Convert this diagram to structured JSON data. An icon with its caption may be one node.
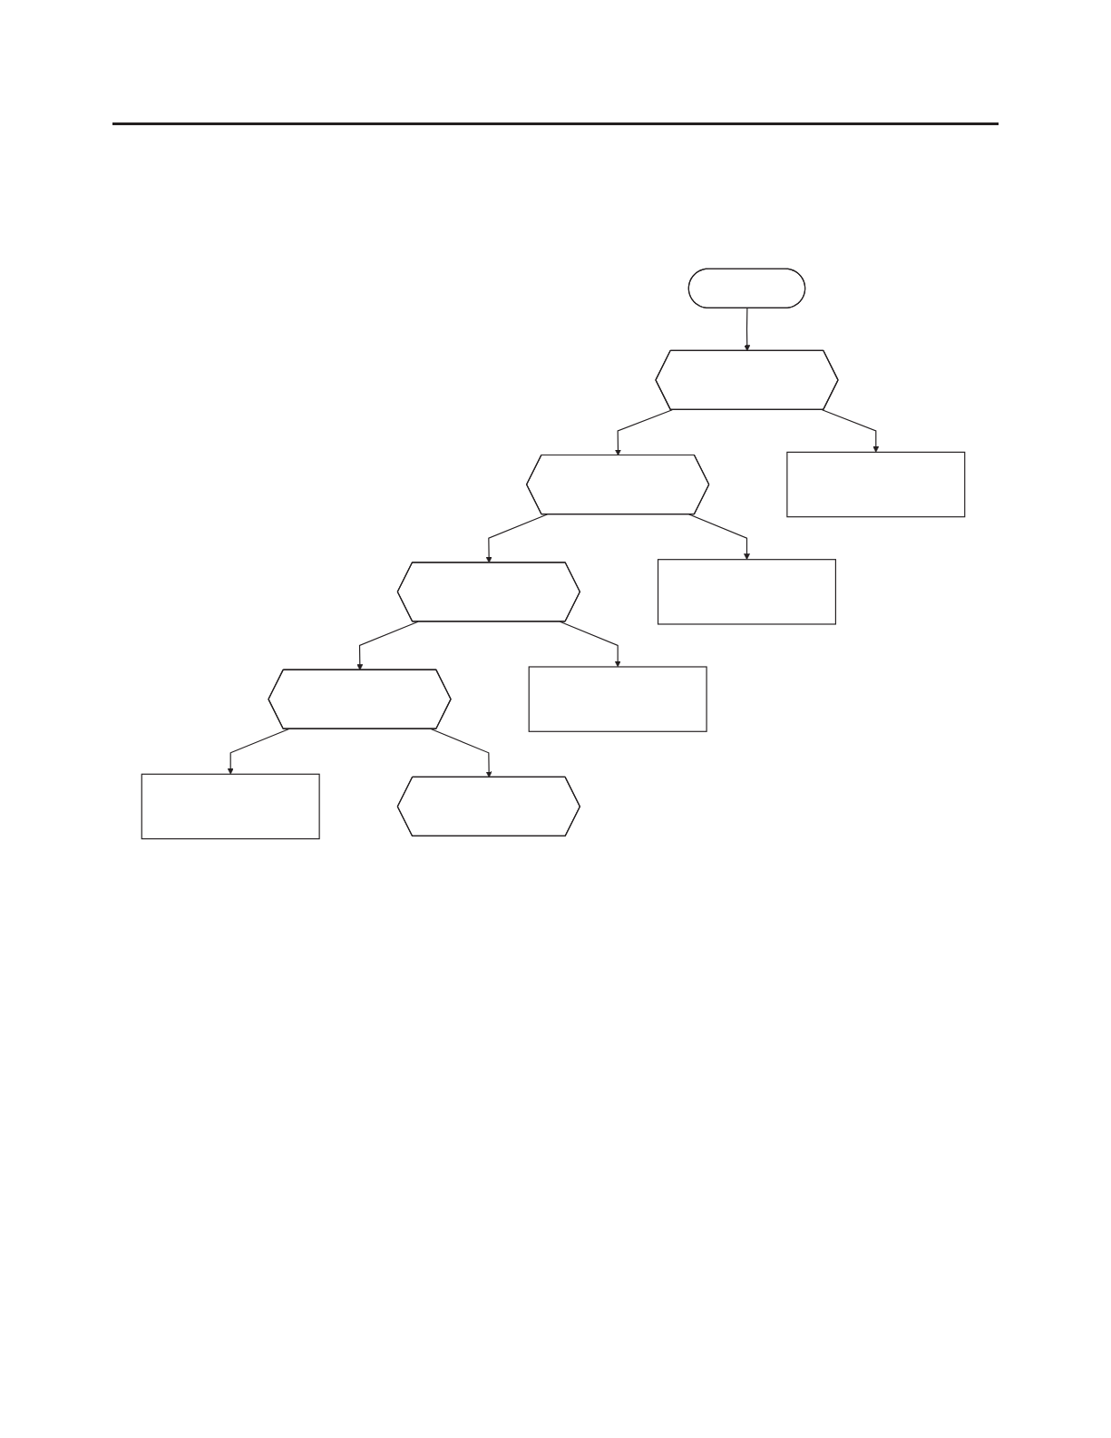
{
  "diagram": {
    "nodes": [
      {
        "text": [],
        "shape": "stadium"
      },
      {
        "text": [],
        "shape": "hexagon"
      },
      {
        "text": [],
        "shape": "box"
      },
      {
        "text": [],
        "shape": "hexagon"
      },
      {
        "text": [],
        "shape": "box"
      },
      {
        "text": [],
        "shape": "hexagon"
      },
      {
        "text": [],
        "shape": "box"
      },
      {
        "text": [],
        "shape": "hexagon"
      },
      {
        "text": [],
        "shape": "box"
      },
      {
        "text": [],
        "shape": "hexagon"
      }
    ],
    "edges": [
      {
        "from": 0,
        "to": 1,
        "arrow": "to"
      },
      {
        "from": 1,
        "to": 2,
        "arrow": "to"
      },
      {
        "from": 1,
        "to": 3,
        "arrow": "to"
      },
      {
        "from": 3,
        "to": 4,
        "arrow": "to"
      },
      {
        "from": 3,
        "to": 5,
        "arrow": "to"
      },
      {
        "from": 5,
        "to": 6,
        "arrow": "to"
      },
      {
        "from": 5,
        "to": 7,
        "arrow": "to"
      },
      {
        "from": 7,
        "to": 8,
        "arrow": "to"
      },
      {
        "from": 7,
        "to": 9,
        "arrow": "to"
      }
    ]
  }
}
